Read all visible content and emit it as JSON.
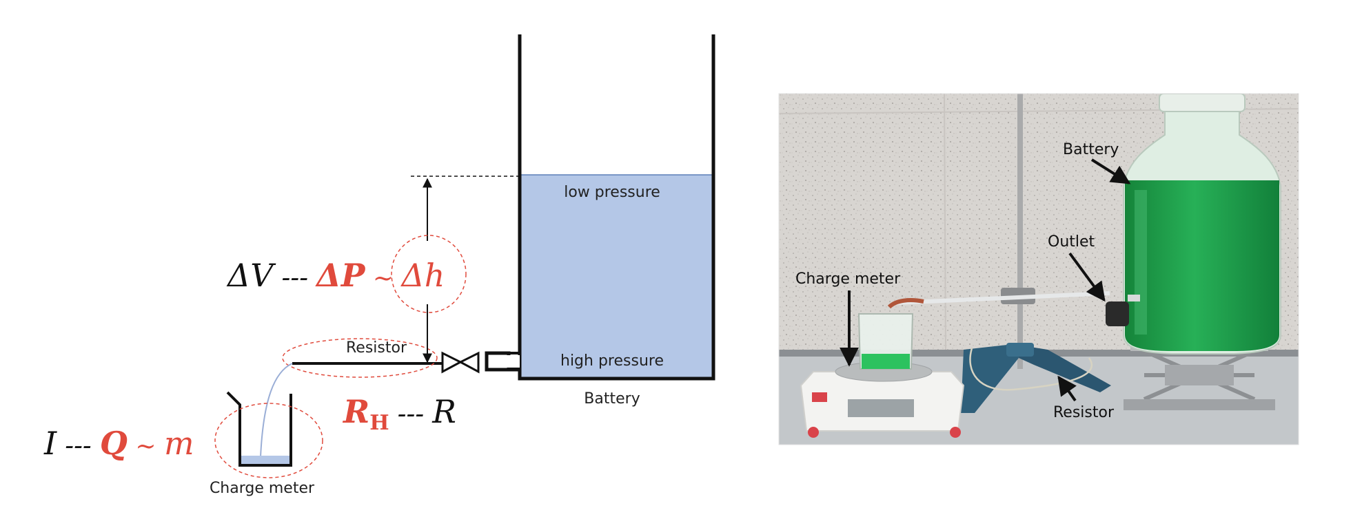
{
  "diagram": {
    "labels": {
      "low_pressure": "low pressure",
      "high_pressure": "high pressure",
      "battery": "Battery",
      "resistor": "Resistor",
      "charge_meter": "Charge meter"
    },
    "equations": {
      "voltage": {
        "lhs": "ΔV",
        "sep": " --- ",
        "mid": "ΔP",
        "tilde": " ~ ",
        "rhs": "Δh"
      },
      "resistance": {
        "lhs": "R",
        "sub": "H",
        "sep": "  --- ",
        "rhs": "R"
      },
      "current": {
        "lhs": "I",
        "sep": " --- ",
        "mid": "Q",
        "tilde": " ~ ",
        "rhs": "m"
      }
    },
    "colors": {
      "water": "#b4c7e7",
      "accent_red": "#e04a3c",
      "dashed_red": "#e04a3c",
      "line": "#111111"
    }
  },
  "photo": {
    "labels": {
      "battery": "Battery",
      "outlet": "Outlet",
      "charge_meter": "Charge meter",
      "resistor": "Resistor"
    },
    "colors": {
      "wall": "#d9d6d2",
      "bench": "#bfc3c6",
      "liquid": "#1e9e4a",
      "stand": "#2f5f7a"
    }
  }
}
